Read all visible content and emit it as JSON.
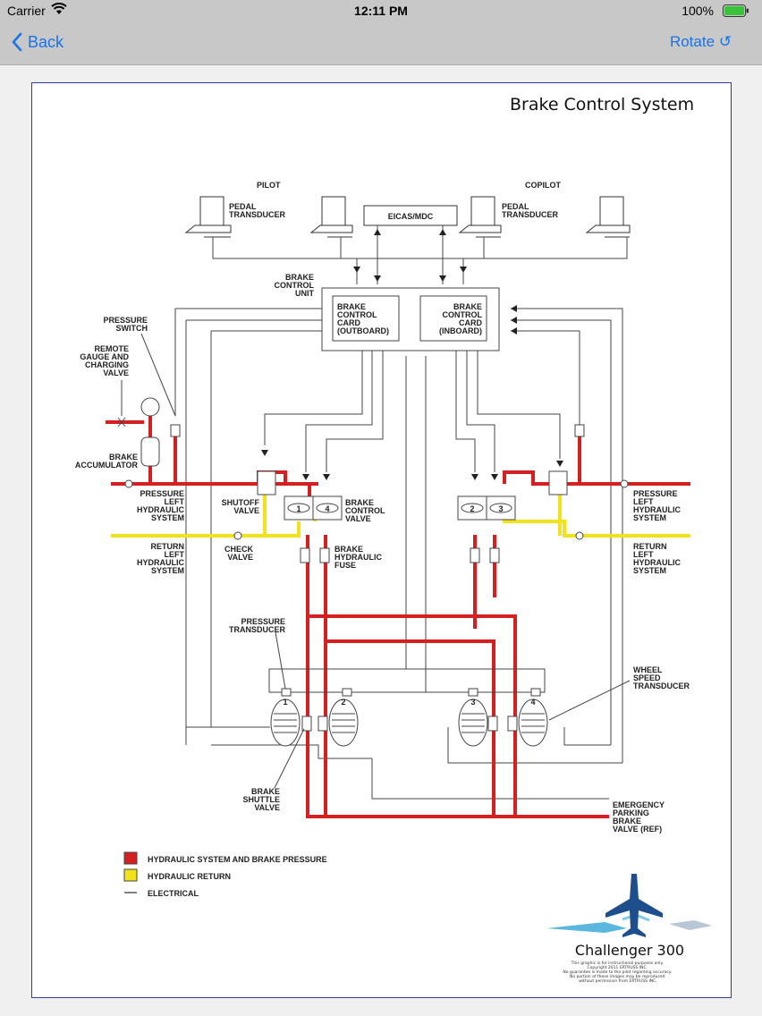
{
  "status": {
    "carrier": "Carrier",
    "time": "12:11 PM",
    "battery": "100%"
  },
  "nav": {
    "back": "Back",
    "rotate": "Rotate ↺"
  },
  "diagram": {
    "title": "Brake Control System",
    "pilot": "PILOT",
    "copilot": "COPILOT",
    "pedal_transducer": [
      "PEDAL",
      "TRANSDUCER"
    ],
    "eicas": "EICAS/MDC",
    "bcu": [
      "BRAKE",
      "CONTROL",
      "UNIT"
    ],
    "card_out": [
      "BRAKE",
      "CONTROL",
      "CARD",
      "(OUTBOARD)"
    ],
    "card_in": [
      "BRAKE",
      "CONTROL",
      "CARD",
      "(INBOARD)"
    ],
    "pressure_switch": [
      "PRESSURE",
      "SWITCH"
    ],
    "remote_gauge": [
      "REMOTE",
      "GAUGE AND",
      "CHARGING",
      "VALVE"
    ],
    "brake_accumulator": [
      "BRAKE",
      "ACCUMULATOR"
    ],
    "pressure_left_l": [
      "PRESSURE",
      "LEFT",
      "HYDRAULIC",
      "SYSTEM"
    ],
    "return_left_l": [
      "RETURN",
      "LEFT",
      "HYDRAULIC",
      "SYSTEM"
    ],
    "shutoff_valve": [
      "SHUTOFF",
      "VALVE"
    ],
    "check_valve": [
      "CHECK",
      "VALVE"
    ],
    "brake_control_valve": [
      "BRAKE",
      "CONTROL",
      "VALVE"
    ],
    "brake_hydraulic_fuse": [
      "BRAKE",
      "HYDRAULIC",
      "FUSE"
    ],
    "pressure_left_r": [
      "PRESSURE",
      "LEFT",
      "HYDRAULIC",
      "SYSTEM"
    ],
    "return_left_r": [
      "RETURN",
      "LEFT",
      "HYDRAULIC",
      "SYSTEM"
    ],
    "pressure_transducer": [
      "PRESSURE",
      "TRANSDUCER"
    ],
    "wheel_speed": [
      "WHEEL",
      "SPEED",
      "TRANSDUCER"
    ],
    "brake_shuttle": [
      "BRAKE",
      "SHUTTLE",
      "VALVE"
    ],
    "emergency": [
      "EMERGENCY",
      "PARKING",
      "BRAKE",
      "VALVE (REF)"
    ],
    "valve_numbers": [
      "1",
      "4",
      "2",
      "3"
    ],
    "wheel_numbers": [
      "1",
      "2",
      "3",
      "4"
    ]
  },
  "legend": {
    "items": [
      {
        "label": "HYDRAULIC SYSTEM AND BRAKE PRESSURE",
        "color": "#d42020"
      },
      {
        "label": "HYDRAULIC RETURN",
        "color": "#f2e21c"
      },
      {
        "label": "ELECTRICAL",
        "color": "#555555"
      }
    ]
  },
  "brand": {
    "name": "Challenger 300",
    "disclaimer": [
      "This graphic is for instructional purposes only.",
      "Copyright 2011 ERTRUSS INC.",
      "No guarantee is made to the pilot regarding accuracy.",
      "No portion of these images may be reproduced",
      "without permission from ERTRUSS INC."
    ]
  }
}
